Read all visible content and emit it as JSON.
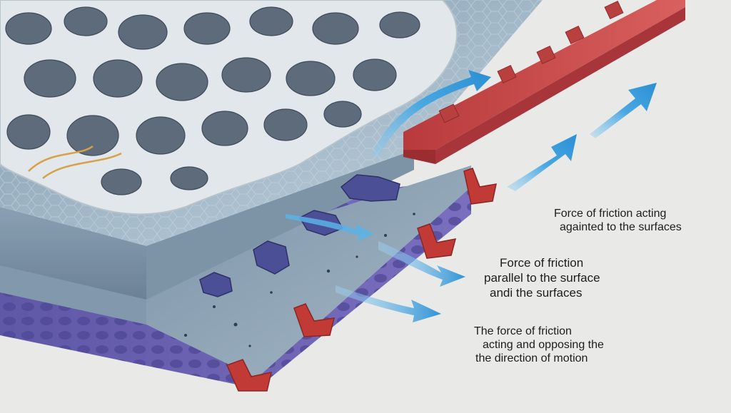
{
  "labels": [
    {
      "lines": [
        "Force of friction acting",
        "againted to the surfaces"
      ]
    },
    {
      "lines": [
        "Force of friction",
        "parallel to the surface",
        "andi the surfaces"
      ]
    },
    {
      "lines": [
        "The force of friction",
        "acting and opposing the",
        "the direction of motion"
      ]
    }
  ],
  "colors": {
    "background": "#e9e9e8",
    "top_surface": "#9fb6c6",
    "top_edge": "#7f95a8",
    "middle_layer": "#8fa6b8",
    "bottom_layer": "#6e63b0",
    "lattice": "#dce3e7",
    "lattice_holes": "#5c6a7a",
    "red_bar": "#c9494a",
    "red_arrows": "#c23a36",
    "blue_arrows": "#3d9edb",
    "text": "#1d1d1d"
  }
}
